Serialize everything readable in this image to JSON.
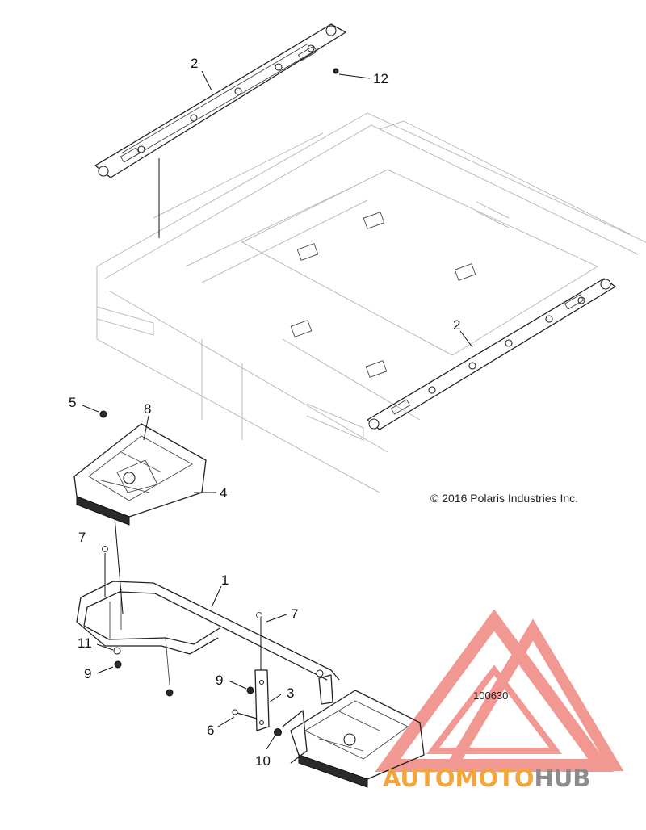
{
  "callouts": [
    {
      "id": "c-2-top",
      "label": "2"
    },
    {
      "id": "c-12",
      "label": "12"
    },
    {
      "id": "c-2-right",
      "label": "2"
    },
    {
      "id": "c-5",
      "label": "5"
    },
    {
      "id": "c-8",
      "label": "8"
    },
    {
      "id": "c-4",
      "label": "4"
    },
    {
      "id": "c-7-left",
      "label": "7"
    },
    {
      "id": "c-1",
      "label": "1"
    },
    {
      "id": "c-7-right",
      "label": "7"
    },
    {
      "id": "c-11",
      "label": "11"
    },
    {
      "id": "c-9-left",
      "label": "9"
    },
    {
      "id": "c-9-right",
      "label": "9"
    },
    {
      "id": "c-3",
      "label": "3"
    },
    {
      "id": "c-6",
      "label": "6"
    },
    {
      "id": "c-10",
      "label": "10"
    }
  ],
  "copyright": "© 2016 Polaris Industries Inc.",
  "diagram_number": "100630",
  "watermark": {
    "part1": "AUTOMOTO",
    "part2": "HUB",
    "colors": {
      "triangle": "#e8453c",
      "text_orange": "#f3a53a",
      "text_gray": "#8c8c8c"
    }
  }
}
